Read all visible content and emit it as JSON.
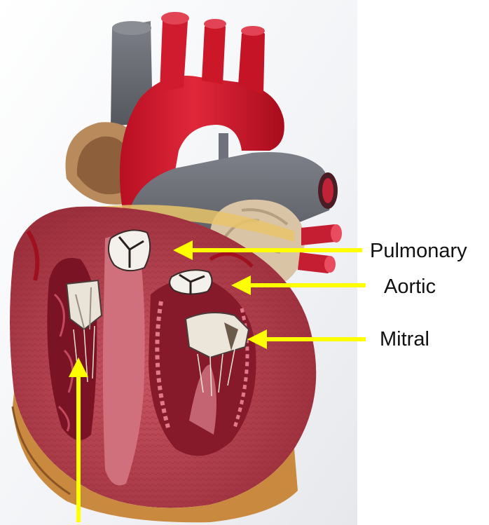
{
  "labels": {
    "pulmonary": "Pulmonary",
    "aortic": "Aortic",
    "mitral": "Mitral"
  },
  "colors": {
    "arrow": "#ffff00",
    "aorta": "#d3152a",
    "vein": "#6e7078",
    "myocardium": "#b8414f",
    "fat": "#e7d3b0",
    "label_text": "#111111"
  }
}
